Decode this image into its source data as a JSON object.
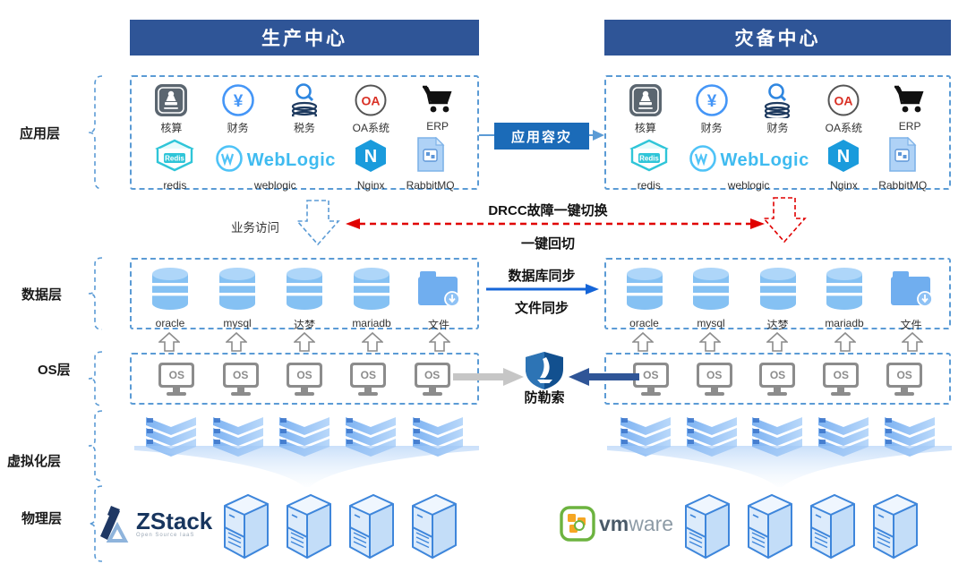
{
  "layer_labels": {
    "app": "应用层",
    "data": "数据层",
    "os": "OS层",
    "virtualization": "虚拟化层",
    "physical": "物理层"
  },
  "icon_texts": {
    "oa": "OA",
    "yen": "¥",
    "nginx": "N",
    "redis": "Redis",
    "weblogic": "WebLogic",
    "os": "OS"
  },
  "production": {
    "title": "生产中心",
    "apps": [
      {
        "label": "核算"
      },
      {
        "label": "财务"
      },
      {
        "label": "税务"
      },
      {
        "label": "OA系统"
      },
      {
        "label": "ERP"
      }
    ],
    "middleware": [
      {
        "label": "redis"
      },
      {
        "label": "weblogic"
      },
      {
        "label": "Nginx"
      },
      {
        "label": "RabbitMQ"
      }
    ],
    "databases": [
      {
        "label": "oracle"
      },
      {
        "label": "mysql"
      },
      {
        "label": "达梦"
      },
      {
        "label": "mariadb"
      },
      {
        "label": "文件"
      }
    ],
    "platform": {
      "name": "ZStack",
      "tagline": "Open Source IaaS"
    }
  },
  "disaster": {
    "title": "灾备中心",
    "apps": [
      {
        "label": "核算"
      },
      {
        "label": "财务"
      },
      {
        "label": "财务"
      },
      {
        "label": "OA系统"
      },
      {
        "label": "ERP"
      }
    ],
    "middleware": [
      {
        "label": "redis"
      },
      {
        "label": "weblogic"
      },
      {
        "label": "Nginx"
      },
      {
        "label": "RabbitMQ"
      }
    ],
    "databases": [
      {
        "label": "oracle"
      },
      {
        "label": "mysql"
      },
      {
        "label": "达梦"
      },
      {
        "label": "mariadb"
      },
      {
        "label": "文件"
      }
    ],
    "platform": {
      "vm": "vm",
      "ware": "ware"
    }
  },
  "connectors": {
    "app_dr": "应用容灾",
    "business_access": "业务访问",
    "drcc_switch": "DRCC故障一键切换",
    "one_click_back": "一键回切",
    "db_sync": "数据库同步",
    "file_sync": "文件同步",
    "anti_ransomware": "防勒索"
  },
  "colors": {
    "header": "#2F5597",
    "dashed_border": "#5B9BD5",
    "button_blue": "#1B6BB8",
    "red": "#E00000",
    "db_blue": "#85C1F3",
    "gray": "#8C8C8C"
  }
}
